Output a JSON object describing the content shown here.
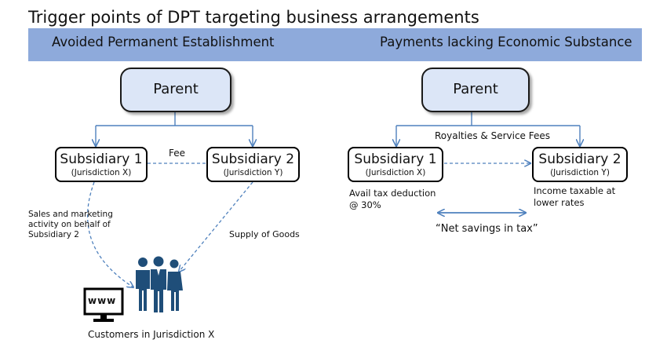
{
  "title": "Trigger points of DPT targeting business arrangements",
  "band": {
    "left": "Avoided Permanent Establishment",
    "right": "Payments lacking Economic Substance"
  },
  "left_diagram": {
    "parent": "Parent",
    "sub1": {
      "name": "Subsidiary 1",
      "jurisdiction": "(Jurisdiction X)"
    },
    "sub2": {
      "name": "Subsidiary 2",
      "jurisdiction": "(Jurisdiction Y)"
    },
    "fee": "Fee",
    "sales_lines": [
      "Sales and  marketing",
      "activity on behalf of",
      "Subsidiary 2"
    ],
    "supply": "Supply of Goods",
    "www": "www",
    "customers": "Customers in Jurisdiction X"
  },
  "right_diagram": {
    "parent": "Parent",
    "royalties": "Royalties & Service Fees",
    "sub1": {
      "name": "Subsidiary 1",
      "jurisdiction": "(Jurisdiction X)"
    },
    "sub2": {
      "name": "Subsidiary 2",
      "jurisdiction": "(Jurisdiction Y)"
    },
    "avail_lines": [
      "Avail tax deduction",
      "@ 30%"
    ],
    "income_lines": [
      "Income taxable at",
      "lower rates"
    ],
    "savings": "“Net savings in tax”"
  },
  "colors": {
    "band": "#8eaadb",
    "parent_fill": "#dce6f7",
    "connector": "#4f81bd",
    "people": "#1f4e79"
  },
  "icons": [
    "people-group-icon",
    "computer-monitor-icon"
  ]
}
